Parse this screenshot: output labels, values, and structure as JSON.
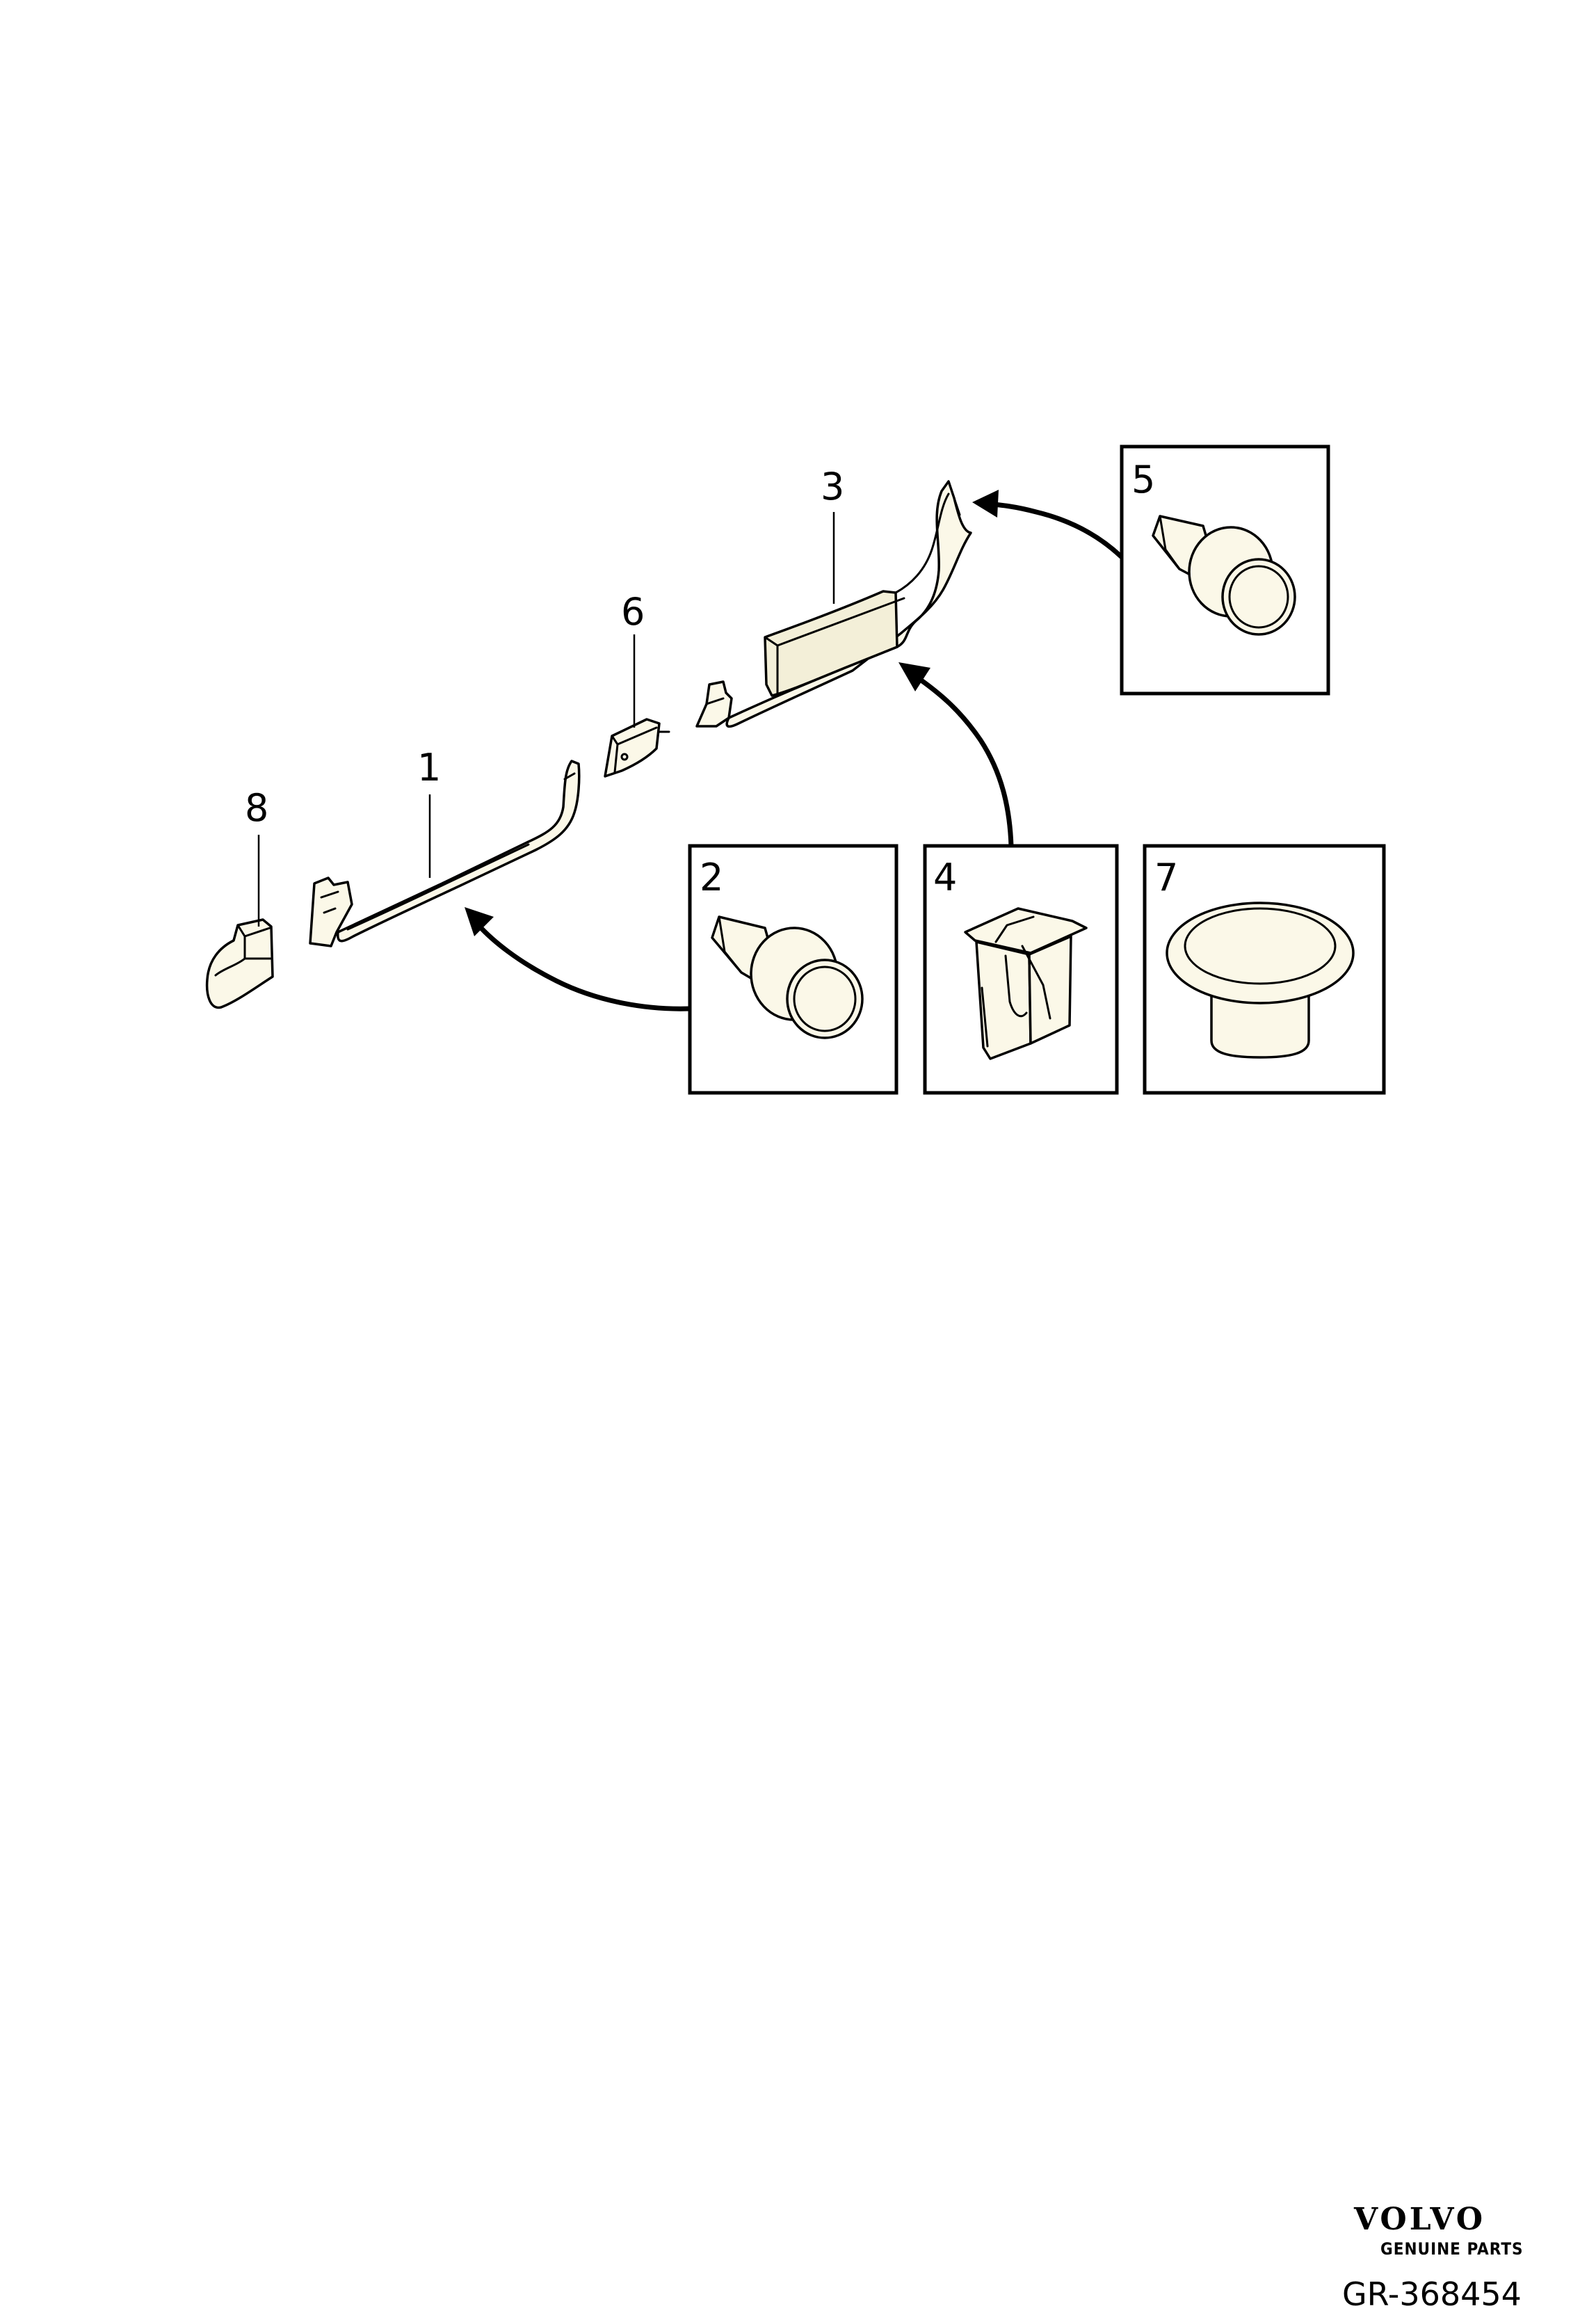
{
  "callouts": {
    "c1": "1",
    "c3": "3",
    "c6": "6",
    "c8": "8"
  },
  "insets": {
    "inset2": {
      "number": "2",
      "part_icon": "push-clip-icon"
    },
    "inset4": {
      "number": "4",
      "part_icon": "spring-clip-icon"
    },
    "inset5": {
      "number": "5",
      "part_icon": "push-clip-icon"
    },
    "inset7": {
      "number": "7",
      "part_icon": "plug-cap-icon"
    }
  },
  "brand": {
    "logo": "VOLVO",
    "tagline": "GENUINE PARTS"
  },
  "reference_code": "GR-368454",
  "colors": {
    "line": "#000000",
    "part_fill": "#fbf8e8",
    "background": "#ffffff"
  }
}
